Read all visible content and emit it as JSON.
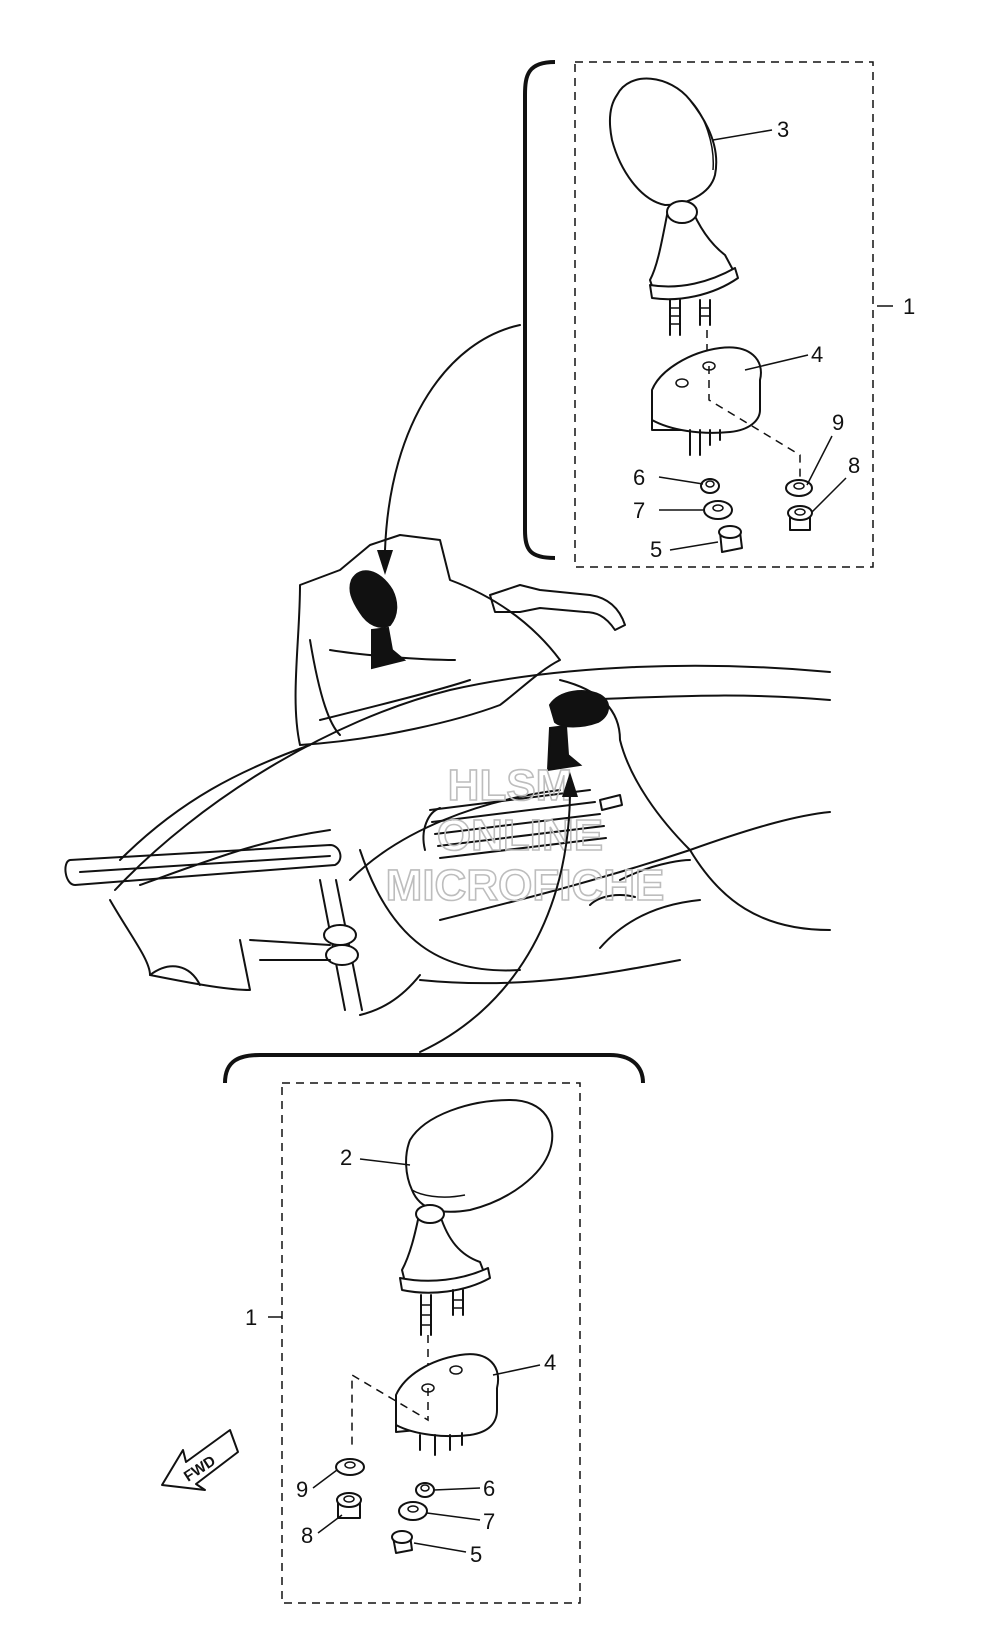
{
  "callouts": {
    "c1_top": "1",
    "c3": "3",
    "c4_top": "4",
    "c9_top": "9",
    "c8_top": "8",
    "c6_top": "6",
    "c7_top": "7",
    "c5_top": "5",
    "c2": "2",
    "c1_bottom": "1",
    "c4_bottom": "4",
    "c9_bottom": "9",
    "c6_bottom": "6",
    "c7_bottom": "7",
    "c8_bottom": "8",
    "c5_bottom": "5"
  },
  "watermark": {
    "line1": "HLSM",
    "line2": "ONLINE",
    "line3": "MICROFICHE"
  },
  "fwd_label": "FWD"
}
